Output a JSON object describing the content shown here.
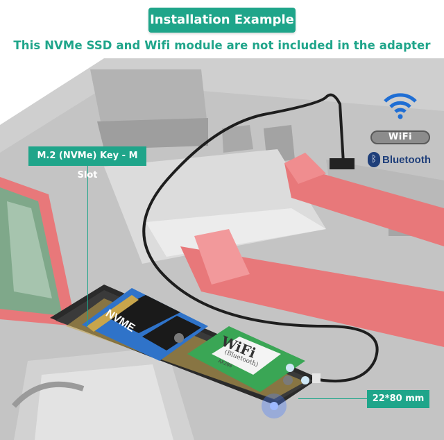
{
  "header": {
    "title": "Installation Example",
    "subtitle": "This NVMe SSD and Wifi module are not included in the adapter"
  },
  "callouts": {
    "slot_label": "M.2 (NVMe) Key - M Slot",
    "size_label": "22*80 mm"
  },
  "logos": {
    "wifi": "WiFi",
    "bluetooth": "Bluetooth"
  },
  "board": {
    "ssd_label": "NVME",
    "wifi_card_title": "WiFi",
    "wifi_card_sub": "(Bluetooth)",
    "wifi_card_model": "AX200"
  },
  "colors": {
    "accent": "#1fa58a",
    "slot_red": "#e8787a",
    "pcb_blue": "#2f73c9",
    "pcb_green": "#3aa655",
    "motherboard_gray": "#bdbdbd"
  }
}
